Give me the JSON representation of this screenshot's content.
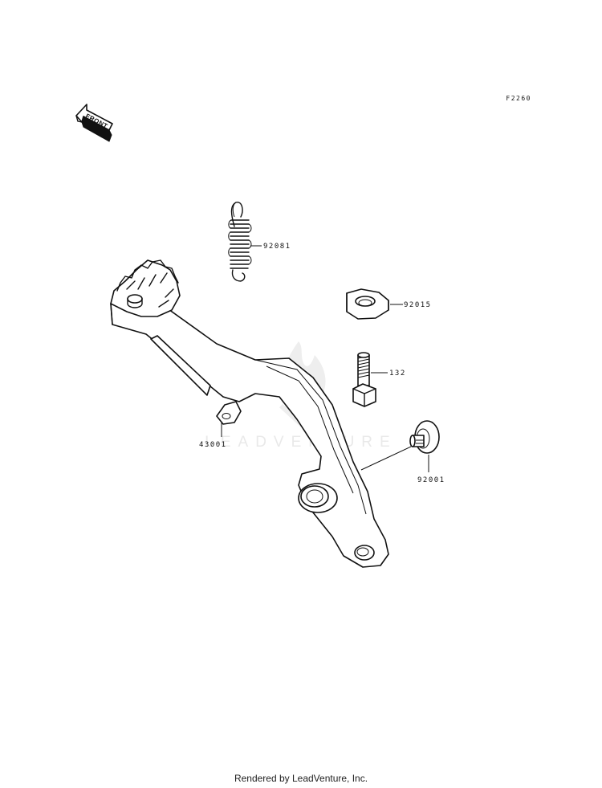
{
  "diagram": {
    "ref_code": "F2260",
    "front_arrow_label": "FRONT",
    "watermark_text": "LEADVENTURE",
    "parts": [
      {
        "id": "spring",
        "number": "92081"
      },
      {
        "id": "nut",
        "number": "92015"
      },
      {
        "id": "bolt",
        "number": "132"
      },
      {
        "id": "pedal",
        "number": "43001"
      },
      {
        "id": "bushing",
        "number": "92001"
      }
    ]
  },
  "footer": {
    "text": "Rendered by LeadVenture, Inc."
  }
}
